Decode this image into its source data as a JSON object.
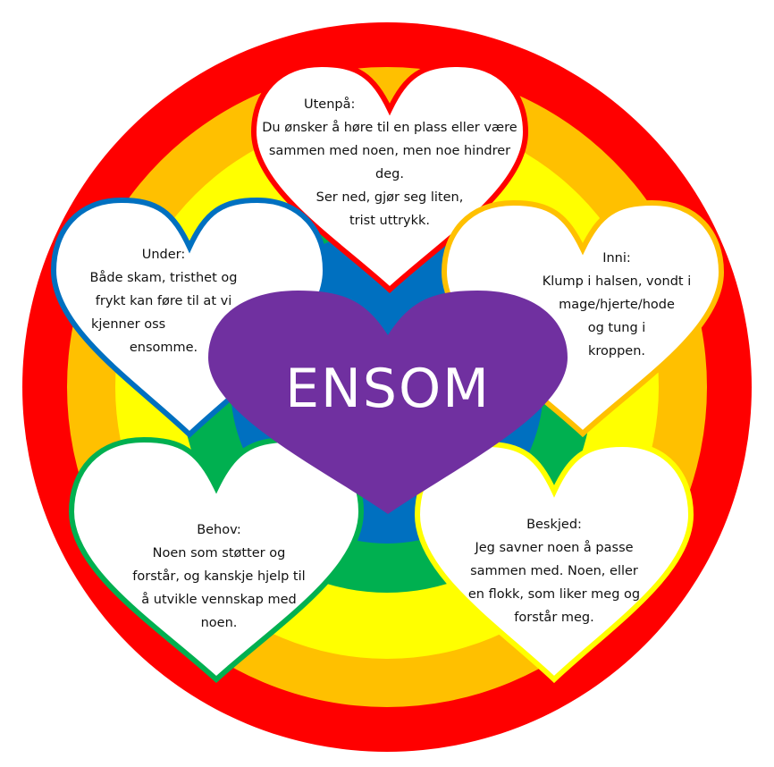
{
  "colors": {
    "red": "#FF0000",
    "orange": "#FFC000",
    "yellow": "#FFFF00",
    "green": "#00B050",
    "blue": "#0070C0",
    "purple": "#7030A0"
  },
  "center": {
    "title": "ENSOM"
  },
  "hearts": {
    "utenpa": {
      "heading": "Utenpå:",
      "lines": [
        "Du ønsker å høre til en plass eller være",
        "sammen med noen, men noe hindrer",
        "deg.",
        "Ser ned, gjør seg liten,",
        "trist uttrykk."
      ]
    },
    "under": {
      "heading": "Under:",
      "lines": [
        "Både skam, tristhet og",
        "frykt kan føre til at vi",
        "kjenner oss",
        "ensomme."
      ]
    },
    "inni": {
      "heading": "Inni:",
      "lines": [
        "Klump i halsen, vondt i",
        "mage/hjerte/hode",
        "og tung i",
        "kroppen."
      ]
    },
    "behov": {
      "heading": "Behov:",
      "lines": [
        "Noen som støtter og",
        "forstår, og kanskje hjelp til",
        "å utvikle vennskap med",
        "noen."
      ]
    },
    "beskjed": {
      "heading": "Beskjed:",
      "lines": [
        "Jeg savner noen å passe",
        "sammen med. Noen, eller",
        "en flokk, som liker meg og",
        "forstår meg."
      ]
    }
  }
}
